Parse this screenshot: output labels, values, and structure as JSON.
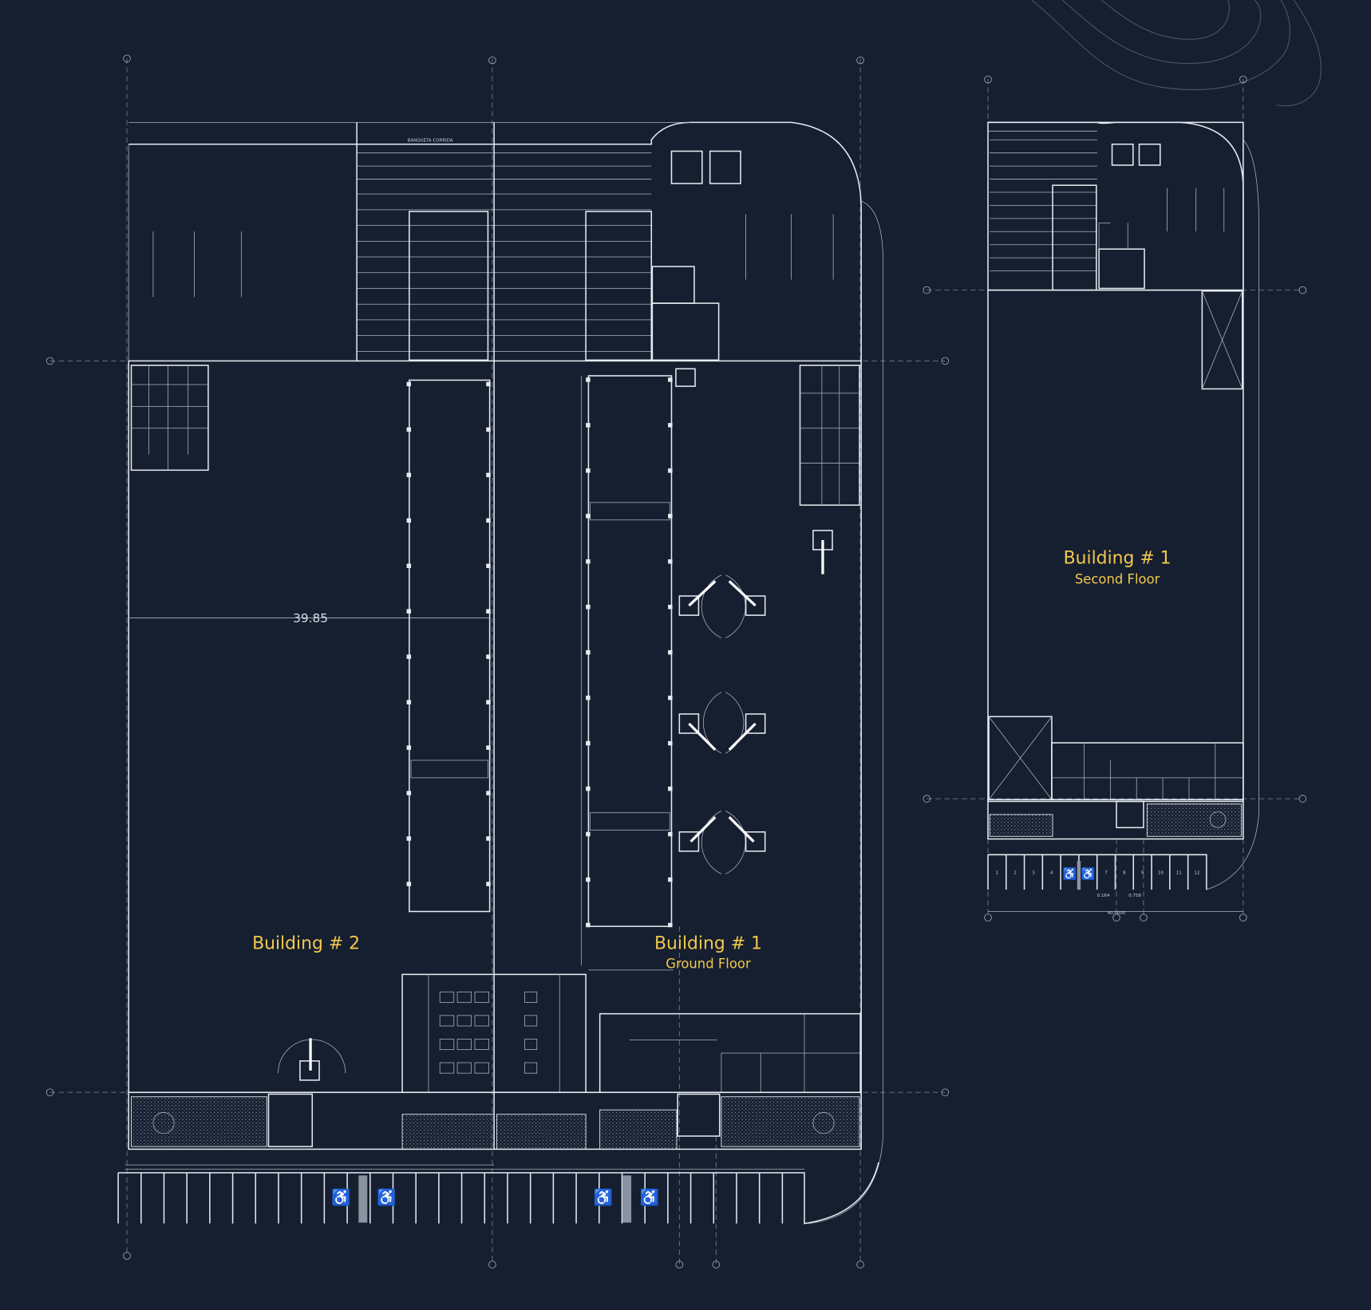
{
  "plan": {
    "building2_label": "Building # 2",
    "building1_ground_label": "Building # 1",
    "building1_ground_sub": "Ground Floor",
    "building1_second_label": "Building # 1",
    "building1_second_sub": "Second Floor",
    "dimension_main": "39.85",
    "yard_note": "BANQUETA CORRIDA",
    "second_floor_dimension": "40.0000",
    "second_floor_small_dims": [
      "0.164",
      "0.758"
    ],
    "second_floor_parking_numbers": [
      "1",
      "2",
      "3",
      "4",
      "",
      "",
      "7",
      "8",
      "9",
      "10",
      "11",
      "12"
    ]
  },
  "colors": {
    "background": "#161f30",
    "linework": "#e6eaf0",
    "label": "#f2c94c"
  }
}
